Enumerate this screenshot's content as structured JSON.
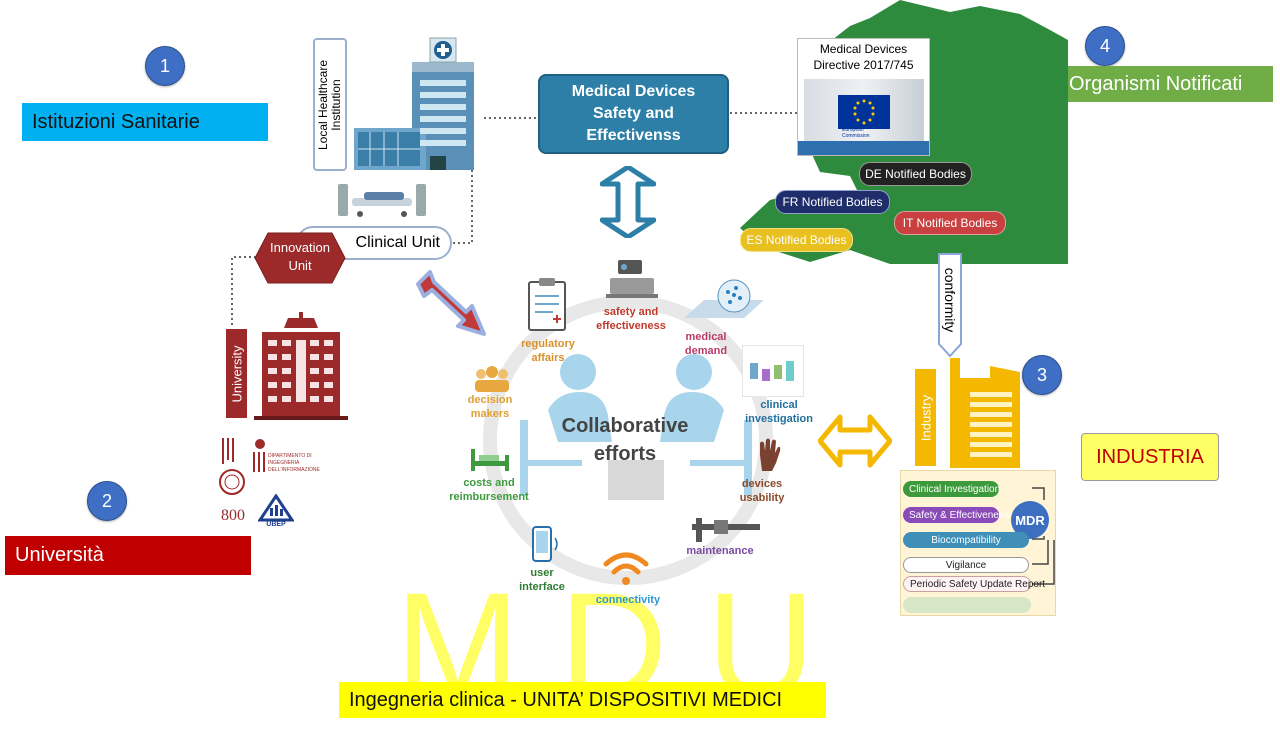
{
  "numbers": [
    "1",
    "2",
    "3",
    "4"
  ],
  "labels": {
    "istituzioni": "Istituzioni Sanitarie",
    "universita": "Università",
    "industria": "INDUSTRIA",
    "organismi": "Organismi Notificati",
    "footer": "Ingegneria clinica - UNITA’ DISPOSITIVI MEDICI",
    "watermark": [
      "M",
      "D",
      "U"
    ]
  },
  "hospital": {
    "vertical_label": "Local Healthcare Institution",
    "clinical_unit": "Clinical Unit",
    "innovation_unit": "Innovation Unit"
  },
  "university": {
    "vertical_label": "University",
    "dept_text": "DIPARTIMENTO DI INGEGNERIA DELL'INFORMAZIONE",
    "ubep": "UBEP"
  },
  "center": {
    "title": "Medical Devices Safety and Effectivenss",
    "collab": "Collaborative efforts",
    "features": [
      {
        "label": "regulatory affairs",
        "color": "#d9902a"
      },
      {
        "label": "safety and effectiveness",
        "color": "#c0392b"
      },
      {
        "label": "medical demand",
        "color": "#b83a6a"
      },
      {
        "label": "clinical investigation",
        "color": "#1f6f9f"
      },
      {
        "label": "decision makers",
        "color": "#e0a030"
      },
      {
        "label": "devices usability",
        "color": "#8a4a2a"
      },
      {
        "label": "costs and reimbursement",
        "color": "#3f9a3f"
      },
      {
        "label": "maintenance",
        "color": "#7a4aa0"
      },
      {
        "label": "user interface",
        "color": "#2e7d32"
      },
      {
        "label": "connectivity",
        "color": "#2a9ad0"
      }
    ]
  },
  "directive": {
    "title": "Medical Devices Directive 2017/745",
    "commission": "European Commission"
  },
  "notified_bodies": [
    {
      "label": "DE Notified Bodies",
      "bg": "#222222"
    },
    {
      "label": "FR Notified Bodies",
      "bg": "#1f2d6b"
    },
    {
      "label": "IT Notified Bodies",
      "bg": "#c84040"
    },
    {
      "label": "ES Notified Bodies",
      "bg": "#e8c020"
    }
  ],
  "conformity": "conformity",
  "industry": {
    "vertical_label": "Industry",
    "mdr": "MDR",
    "rows": [
      {
        "label": "Clinical Investigation",
        "bg": "#3c9a3c"
      },
      {
        "label": "Safety & Effectiveness",
        "bg": "#8a4ab8"
      },
      {
        "label": "Biocompatibility",
        "bg": "#3f8fb8"
      },
      {
        "label": "Vigilance",
        "bg": "#ffffff"
      },
      {
        "label": "Periodic Safety Update Report",
        "bg": "#fff4f4"
      }
    ]
  },
  "colors": {
    "blue_accent": "#2e7fa8",
    "maroon": "#9c2a2a",
    "industry_yellow": "#f5b800",
    "eu_green": "#2e8b3e",
    "istituzioni_bg": "#00b0f0",
    "universita_bg": "#c00000",
    "industria_bg": "#ffff66",
    "organismi_bg": "#70ad47",
    "footer_bg": "#ffff00"
  }
}
